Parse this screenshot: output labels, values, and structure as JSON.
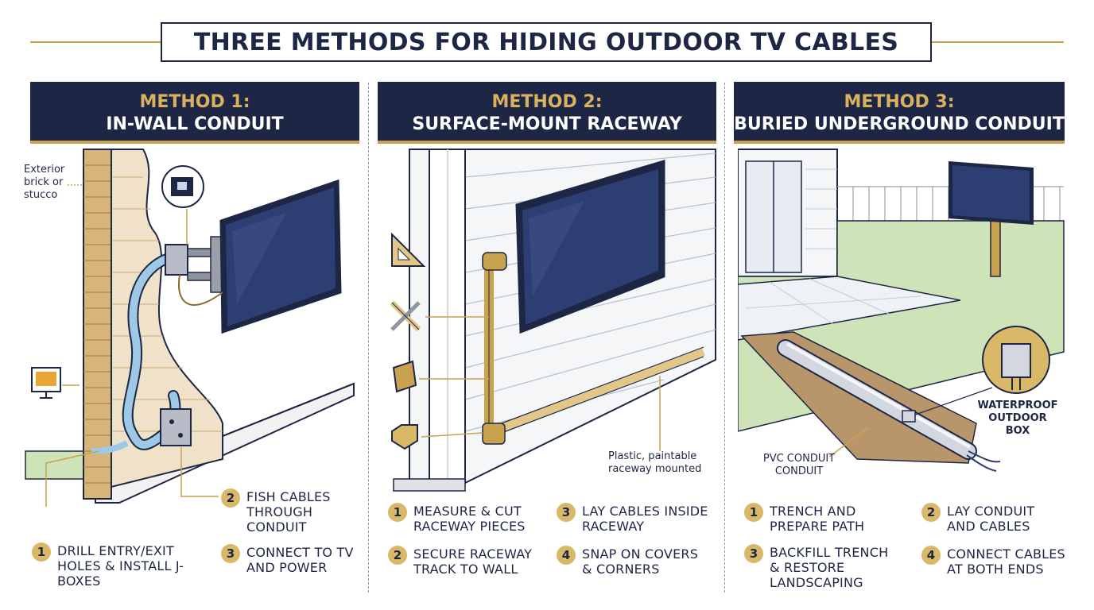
{
  "title": "THREE METHODS FOR HIDING OUTDOOR TV CABLES",
  "colors": {
    "navy": "#1d2745",
    "gold": "#c9a24f",
    "step_circle": "#d9b868",
    "conduit": "#9ec9e6",
    "grass": "#cfe3b8"
  },
  "methods": [
    {
      "label": "METHOD 1:",
      "name": "IN-WALL CONDUIT",
      "callouts": {
        "wall": "Exterior brick or stucco"
      },
      "steps": [
        {
          "num": "1",
          "text": "DRILL ENTRY/EXIT HOLES & INSTALL J-BOXES"
        },
        {
          "num": "2",
          "text": "FISH CABLES THROUGH CONDUIT"
        },
        {
          "num": "3",
          "text": "CONNECT TO TV AND POWER"
        }
      ]
    },
    {
      "label": "METHOD 2:",
      "name": "SURFACE-MOUNT RACEWAY",
      "callouts": {
        "raceway": "Plastic, paintable raceway mounted"
      },
      "steps": [
        {
          "num": "1",
          "text": "MEASURE & CUT RACEWAY PIECES"
        },
        {
          "num": "2",
          "text": "SECURE RACEWAY TRACK TO WALL"
        },
        {
          "num": "3",
          "text": "LAY CABLES INSIDE RACEWAY"
        },
        {
          "num": "4",
          "text": "SNAP ON COVERS & CORNERS"
        }
      ]
    },
    {
      "label": "METHOD 3:",
      "name": "BURIED UNDERGROUND CONDUIT",
      "callouts": {
        "box": "WATERPROOF OUTDOOR BOX",
        "pvc": "PVC CONDUIT CONDUIT"
      },
      "steps": [
        {
          "num": "1",
          "text": "TRENCH AND PREPARE PATH"
        },
        {
          "num": "2",
          "text": "LAY CONDUIT AND CABLES"
        },
        {
          "num": "3",
          "text": "BACKFILL TRENCH & RESTORE LANDSCAPING"
        },
        {
          "num": "4",
          "text": "CONNECT CABLES AT BOTH ENDS"
        }
      ]
    }
  ]
}
